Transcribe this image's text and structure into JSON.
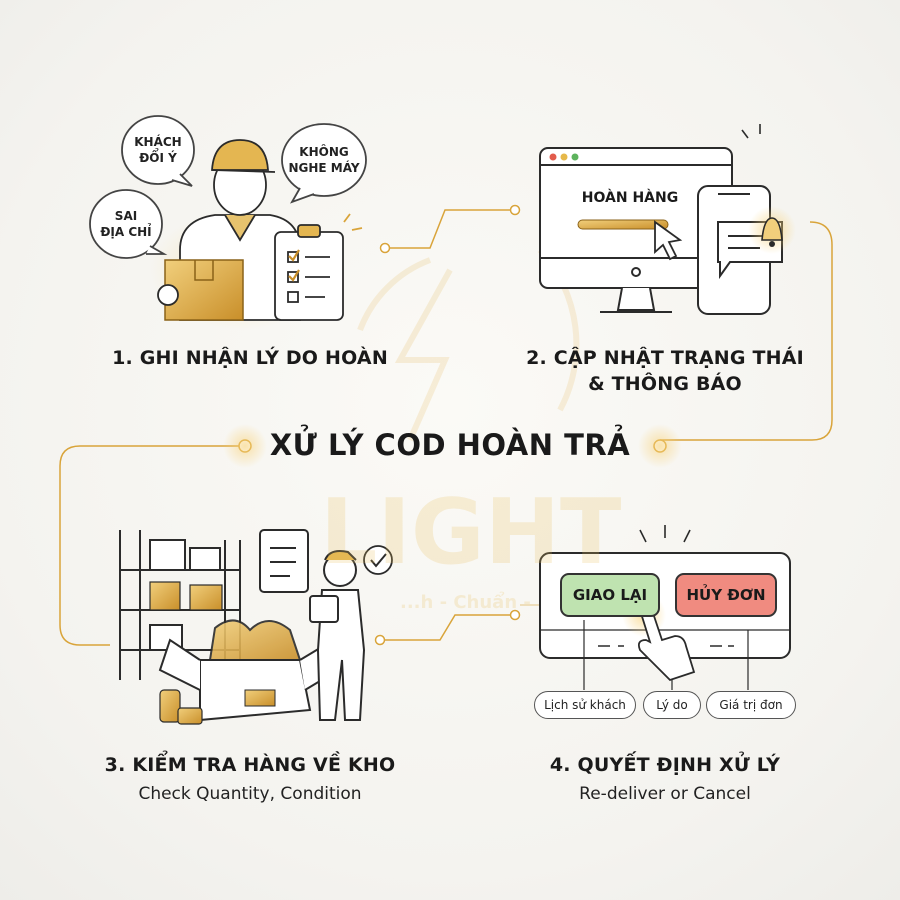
{
  "title": "XỬ LÝ COD HOÀN TRẢ",
  "watermark": {
    "brand": "LIGHT",
    "tagline": "...h - Chuẩn -"
  },
  "colors": {
    "accent_gold": "#d9a43a",
    "line_dark": "#2b2b2b",
    "green_button": "#bfe3b0",
    "red_button": "#f08b80"
  },
  "steps": [
    {
      "title": "1. GHI NHẬN LÝ DO HOÀN",
      "bubbles": [
        "KHÁCH\nĐỔI Ý",
        "KHÔNG\nNGHE MÁY",
        "SAI\nĐỊA CHỈ"
      ],
      "icons": [
        "courier-person-icon",
        "package-box-icon",
        "clipboard-checklist-icon"
      ]
    },
    {
      "title_line1": "2. CẬP NHẬT TRẠNG THÁI",
      "title_line2": "& THÔNG BÁO",
      "screen_text": "HOÀN HÀNG",
      "icons": [
        "desktop-monitor-icon",
        "cursor-icon",
        "smartphone-icon",
        "bell-icon"
      ]
    },
    {
      "title": "3. KIỂM TRA HÀNG VỀ KHO",
      "subtitle": "Check Quantity, Condition",
      "icons": [
        "warehouse-shelf-icon",
        "open-box-icon",
        "worker-clipboard-icon",
        "check-circle-icon"
      ]
    },
    {
      "title": "4. QUYẾT ĐỊNH XỬ LÝ",
      "subtitle": "Re-deliver or Cancel",
      "buttons": {
        "redeliver": "GIAO LẠI",
        "cancel": "HỦY ĐƠN"
      },
      "labels": [
        "Lịch sử khách",
        "Lý do",
        "Giá trị đơn"
      ],
      "icons": [
        "hand-pointer-icon"
      ]
    }
  ]
}
